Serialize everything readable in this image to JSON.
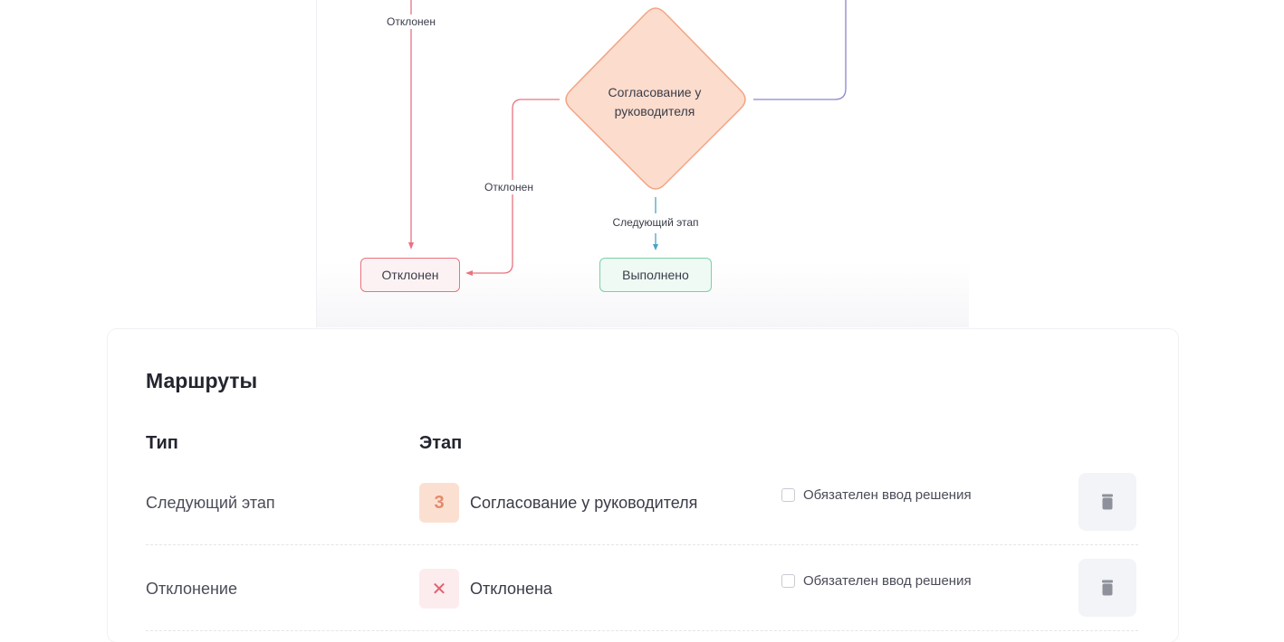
{
  "diagram": {
    "edge_rejected_top": "Отклонен",
    "edge_rejected_left": "Отклонен",
    "edge_next_stage": "Следующий этап",
    "decision_node": "Согласование у руководителя",
    "node_rejected": "Отклонен",
    "node_done": "Выполнено"
  },
  "routes": {
    "title": "Маршруты",
    "columns": {
      "type": "Тип",
      "stage": "Этап"
    },
    "rows": [
      {
        "type": "Следующий этап",
        "badge": "3",
        "stage": "Согласование у руководителя",
        "checkbox_label": "Обязателен ввод решения",
        "checked": false
      },
      {
        "type": "Отклонение",
        "badge": "✕",
        "stage": "Отклонена",
        "checkbox_label": "Обязателен ввод решения",
        "checked": false
      }
    ]
  },
  "colors": {
    "reject": "#e8737f",
    "done": "#7fcfa8",
    "decision_fill": "#fbdccd",
    "decision_stroke": "#f0a585",
    "next_arrow": "#4aa3c7",
    "top_right_line": "#8a86c9"
  },
  "icons": {
    "delete": "trash-icon",
    "reject_badge": "close-icon"
  }
}
